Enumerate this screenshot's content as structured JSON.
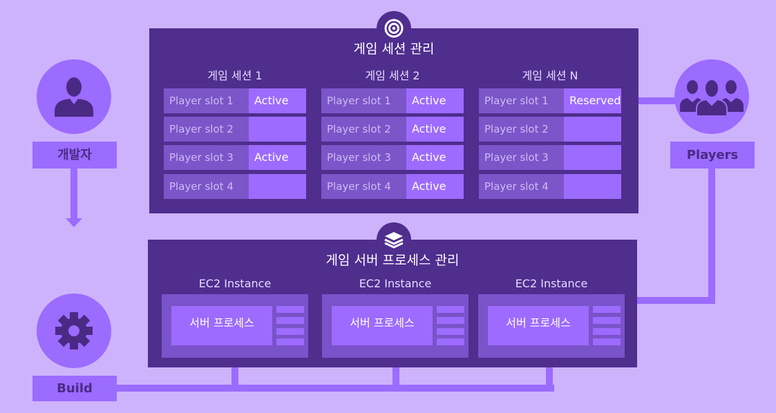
{
  "colors": {
    "background": "#cdb3fc",
    "panel": "#4f2e8e",
    "accent": "#9c6bff",
    "slot_label_bg": "#7c55c9",
    "text_dark": "#4a2a85"
  },
  "icons": {
    "developer": "person-icon",
    "players": "group-icon",
    "build": "gear-icon",
    "sessions_badge": "target-icon",
    "servers_badge": "layers-icon"
  },
  "developer": {
    "label": "개발자"
  },
  "players": {
    "label": "Players"
  },
  "build": {
    "label": "Build"
  },
  "session_panel": {
    "title": "게임 세션 관리",
    "sessions": [
      {
        "title": "게임 세션 1",
        "slots": [
          {
            "label": "Player slot 1",
            "status": "Active"
          },
          {
            "label": "Player slot 2",
            "status": ""
          },
          {
            "label": "Player slot 3",
            "status": "Active"
          },
          {
            "label": "Player slot 4",
            "status": ""
          }
        ]
      },
      {
        "title": "게임 세션 2",
        "slots": [
          {
            "label": "Player slot 1",
            "status": "Active"
          },
          {
            "label": "Player slot 2",
            "status": "Active"
          },
          {
            "label": "Player slot 3",
            "status": "Active"
          },
          {
            "label": "Player slot 4",
            "status": "Active"
          }
        ]
      },
      {
        "title": "게임 세션 N",
        "slots": [
          {
            "label": "Player slot 1",
            "status": "Reserved"
          },
          {
            "label": "Player slot 2",
            "status": ""
          },
          {
            "label": "Player slot 3",
            "status": ""
          },
          {
            "label": "Player slot 4",
            "status": ""
          }
        ]
      }
    ]
  },
  "server_panel": {
    "title": "게임 서버 프로세스 관리",
    "instances": [
      {
        "title": "EC2 Instance",
        "process": "서버 프로세스"
      },
      {
        "title": "EC2 Instance",
        "process": "서버 프로세스"
      },
      {
        "title": "EC2 Instance",
        "process": "서버 프로세스"
      }
    ]
  }
}
